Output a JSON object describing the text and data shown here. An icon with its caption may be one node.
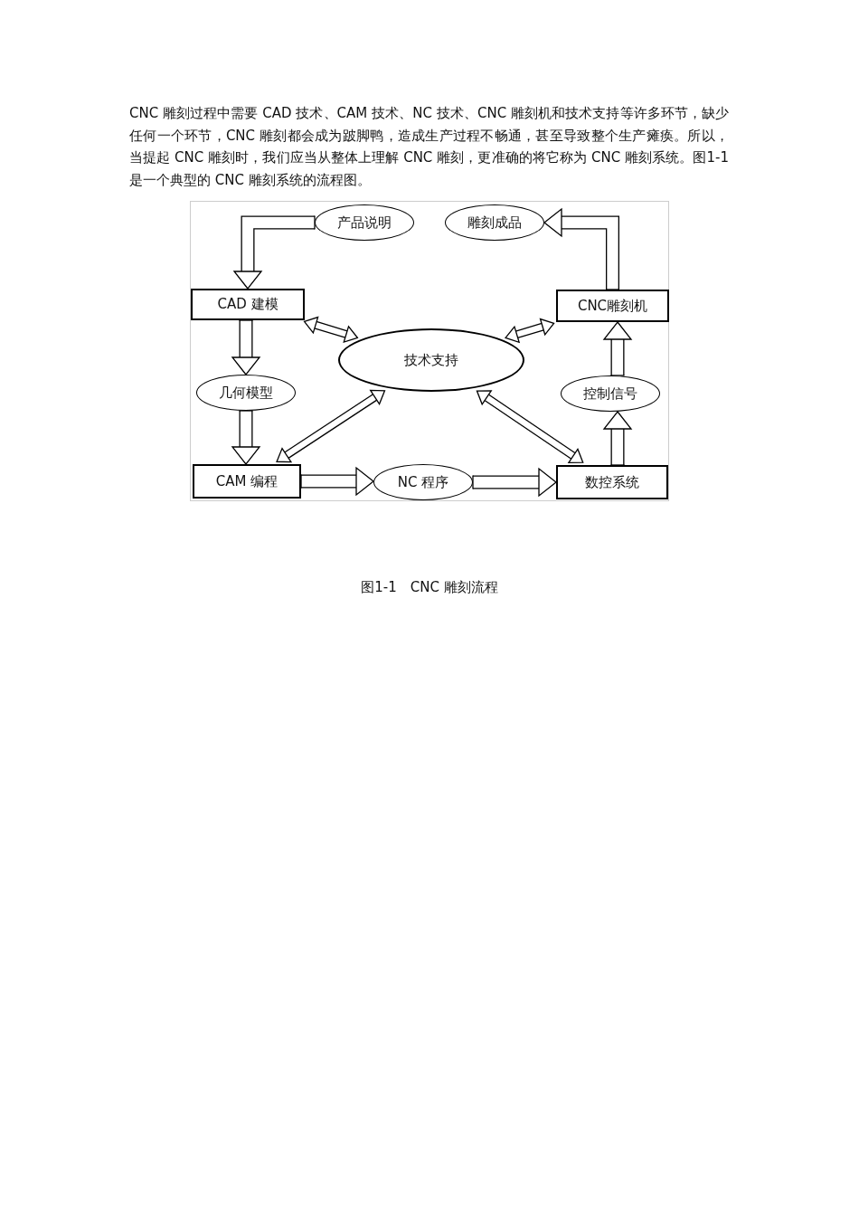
{
  "diagram": {
    "caption": "图1-1　CNC 雕刻流程",
    "nodes": [
      {
        "text": [
          "产品说明"
        ]
      },
      {
        "text": [
          "雕刻成品"
        ]
      },
      {
        "text": [
          "CAD 建模"
        ]
      },
      {
        "text": [
          "CNC雕刻机"
        ]
      },
      {
        "text": [
          "技术支持"
        ]
      },
      {
        "text": [
          "几何模型"
        ]
      },
      {
        "text": [
          "控制信号"
        ]
      },
      {
        "text": [
          "CAM 编程"
        ]
      },
      {
        "text": [
          "NC 程序"
        ]
      },
      {
        "text": [
          "数控系统"
        ]
      }
    ],
    "edges": [
      {
        "from": 0,
        "to": 2,
        "arrow": "to"
      },
      {
        "from": 2,
        "to": 5,
        "arrow": "to"
      },
      {
        "from": 5,
        "to": 7,
        "arrow": "to"
      },
      {
        "from": 7,
        "to": 8,
        "arrow": "to"
      },
      {
        "from": 8,
        "to": 9,
        "arrow": "to"
      },
      {
        "from": 9,
        "to": 6,
        "arrow": "to"
      },
      {
        "from": 6,
        "to": 3,
        "arrow": "to"
      },
      {
        "from": 3,
        "to": 1,
        "arrow": "to"
      },
      {
        "from": 2,
        "to": 4,
        "arrow": "both"
      },
      {
        "from": 3,
        "to": 4,
        "arrow": "both"
      },
      {
        "from": 7,
        "to": 4,
        "arrow": "both"
      },
      {
        "from": 9,
        "to": 4,
        "arrow": "both"
      }
    ],
    "labels": [
      "CNC 雕刻过程中需要 CAD 技术、CAM 技术、NC 技术、CNC 雕刻机和技术支持等许多环节，缺少任何一个环节，CNC 雕刻都会成为跛脚鸭，造成生产过程不畅通，甚至导致整个生产瘫痪。所以，当提起 CNC 雕刻时，我们应当从整体上理解 CNC 雕刻，更准确的将它称为 CNC 雕刻系统。图1-1是一个典型的 CNC 雕刻系统的流程图。"
    ]
  }
}
